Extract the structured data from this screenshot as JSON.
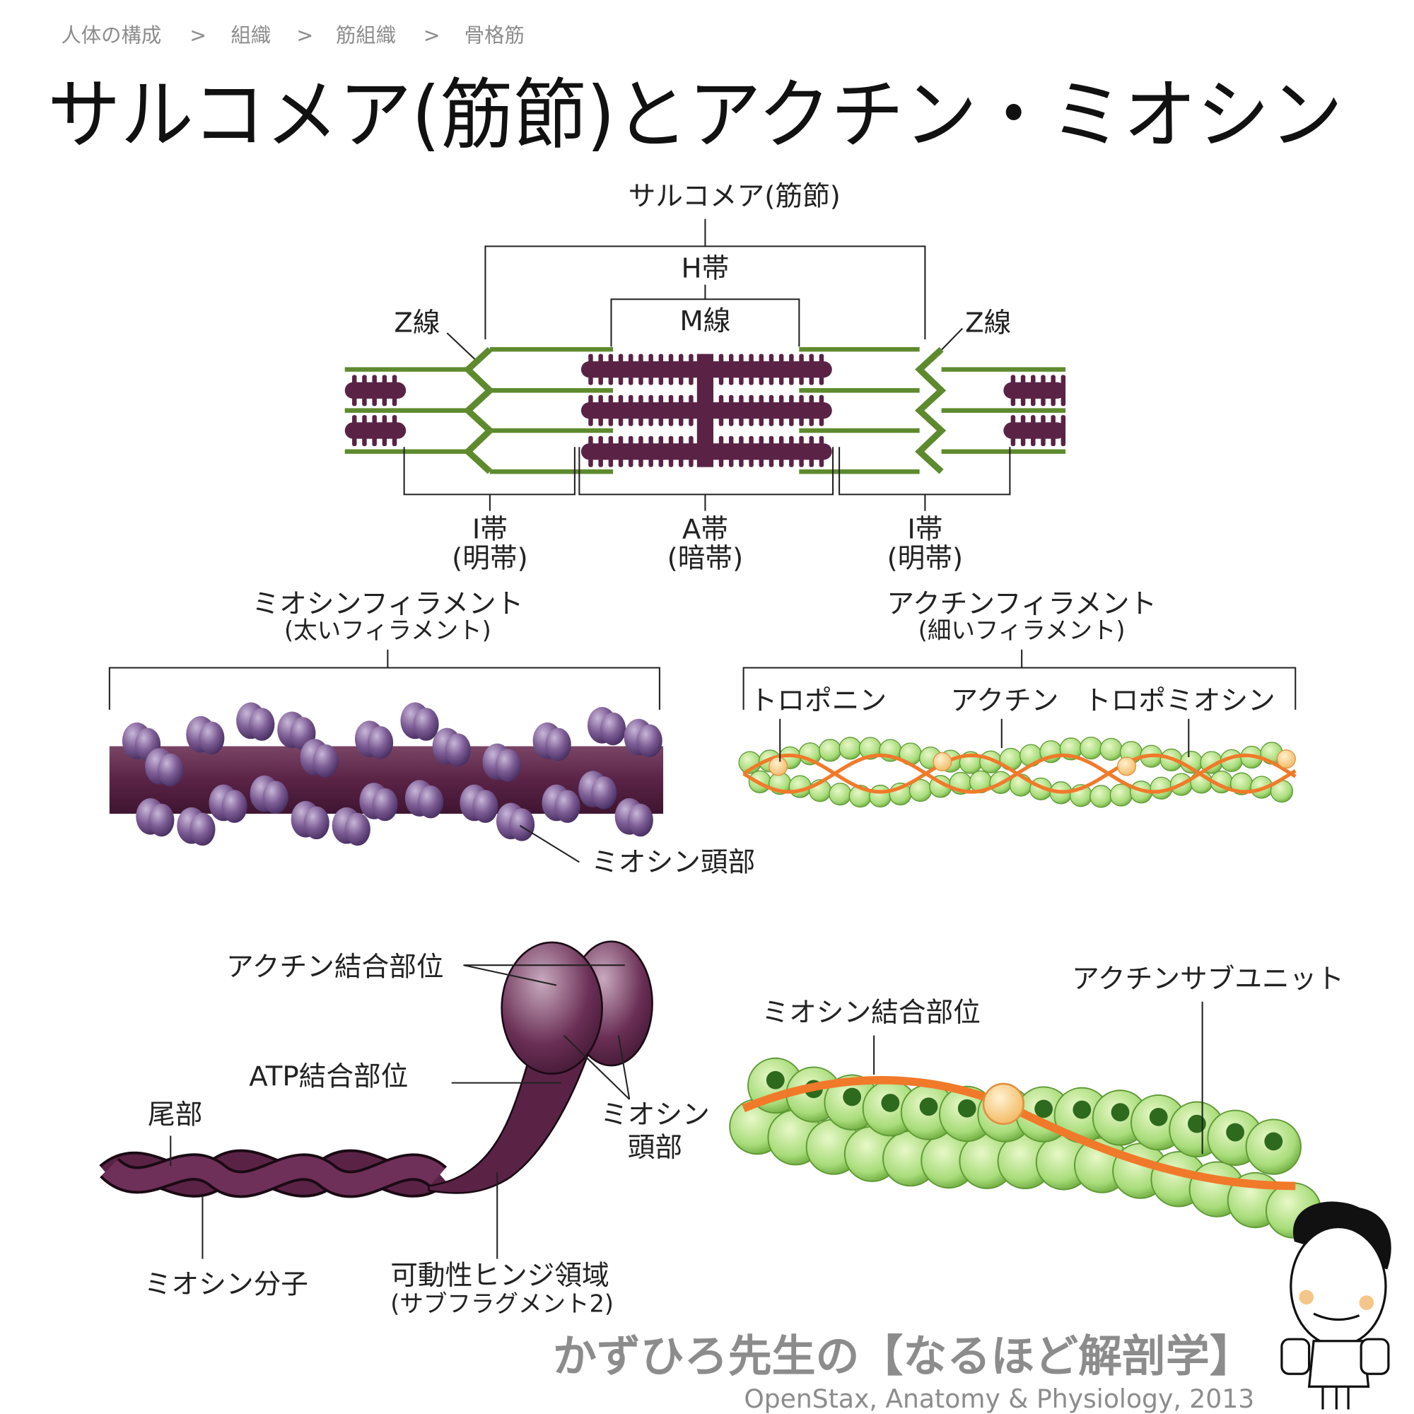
{
  "breadcrumb": [
    "人体の構成",
    "組織",
    "筋組織",
    "骨格筋"
  ],
  "breadcrumb_separator": ">",
  "title": "サルコメア(筋節)とアクチン・ミオシン",
  "sarcomere": {
    "sarcomere_label": "サルコメア(筋節)",
    "h_band": "H帯",
    "m_line": "M線",
    "z_line_left": "Z線",
    "z_line_right": "Z線",
    "i_band_left": [
      "I帯",
      "(明帯)"
    ],
    "a_band": [
      "A帯",
      "(暗帯)"
    ],
    "i_band_right": [
      "I帯",
      "(明帯)"
    ]
  },
  "myosin_filament": {
    "title": "ミオシンフィラメント",
    "subtitle": "(太いフィラメント)",
    "head_label": "ミオシン頭部"
  },
  "actin_filament": {
    "title": "アクチンフィラメント",
    "subtitle": "(細いフィラメント)",
    "troponin": "トロポニン",
    "actin": "アクチン",
    "tropomyosin": "トロポミオシン"
  },
  "myosin_molecule": {
    "actin_binding_site": "アクチン結合部位",
    "atp_binding_site": "ATP結合部位",
    "tail": "尾部",
    "myosin_heads": [
      "ミオシン",
      "頭部"
    ],
    "myosin_molecule": "ミオシン分子",
    "hinge": [
      "可動性ヒンジ領域",
      "(サブフラグメント2)"
    ]
  },
  "actin_detail": {
    "myosin_binding_site": "ミオシン結合部位",
    "actin_subunit": "アクチンサブユニット"
  },
  "footer": {
    "brand": "かずひろ先生の【なるほど解剖学】",
    "credit": "OpenStax, Anatomy & Physiology, 2013"
  },
  "colors": {
    "myosin": "#5a2346",
    "actin_green": "#8cc85a",
    "tropomyosin": "#f07a2a",
    "thin_filament": "#5e8a2e",
    "footer_gray": "#8c8c8c"
  }
}
